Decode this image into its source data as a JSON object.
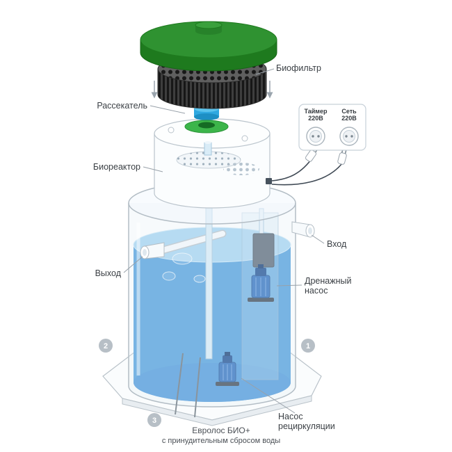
{
  "diagram": {
    "labels": {
      "biofilter": "Биофильтр",
      "diffuser": "Рассекатель",
      "bioreactor": "Биореактор",
      "inlet": "Вход",
      "outlet": "Выход",
      "drainage_pump_line1": "Дренажный",
      "drainage_pump_line2": "насос",
      "recirc_pump_line1": "Насос",
      "recirc_pump_line2": "рециркуляции"
    },
    "power_panel": {
      "timer_label_line1": "Таймер",
      "timer_label_line2": "220В",
      "mains_label_line1": "Сеть",
      "mains_label_line2": "220В"
    },
    "markers": {
      "right": "1",
      "left": "2",
      "front": "3"
    },
    "caption": {
      "line1": "Евролос БИО+",
      "line2": "с принудительным сбросом воды"
    },
    "colors": {
      "cap_green": "#2f9231",
      "cap_green_dark": "#1e7a1e",
      "disc_green": "#3cb54a",
      "diffuser_blue": "#2fa8e0",
      "biofilter_gray": "#4a4a4a",
      "water_blue": "#4f9edd",
      "water_surface": "#a5d4f2",
      "pump_blue": "#2e6fbe",
      "marker_gray": "#b7bfc6",
      "label_text": "#3a3f44"
    }
  }
}
